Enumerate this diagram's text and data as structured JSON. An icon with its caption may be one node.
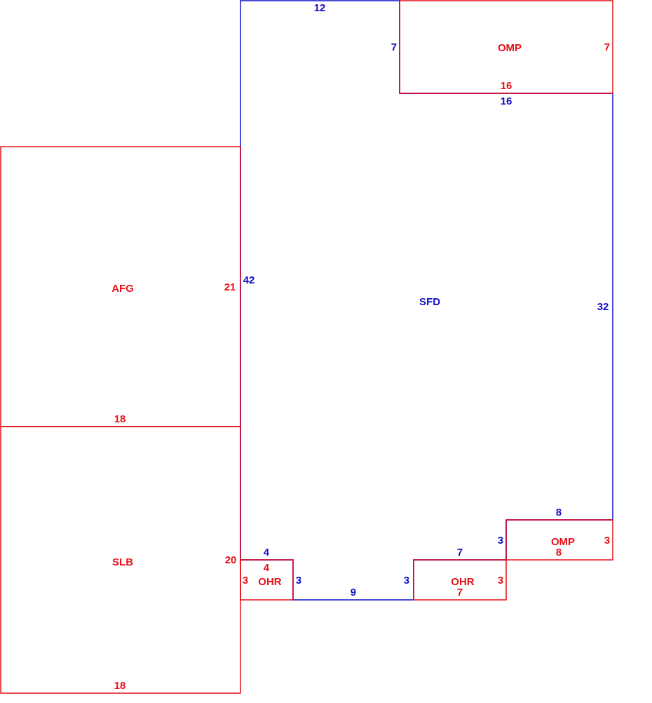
{
  "diagram": {
    "nodes": [
      {
        "text": [
          "SFD"
        ]
      },
      {
        "text": [
          "OMP"
        ]
      },
      {
        "text": [
          "AFG"
        ]
      },
      {
        "text": [
          "SLB"
        ]
      },
      {
        "text": [
          "OHR"
        ]
      },
      {
        "text": [
          "OHR"
        ]
      },
      {
        "text": [
          "OMP"
        ]
      }
    ],
    "labels": [
      "12",
      "7",
      "7",
      "16",
      "16",
      "42",
      "21",
      "32",
      "18",
      "8",
      "3",
      "3",
      "4",
      "7",
      "8",
      "20",
      "4",
      "3",
      "3",
      "3",
      "3",
      "9",
      "7",
      "18"
    ]
  }
}
